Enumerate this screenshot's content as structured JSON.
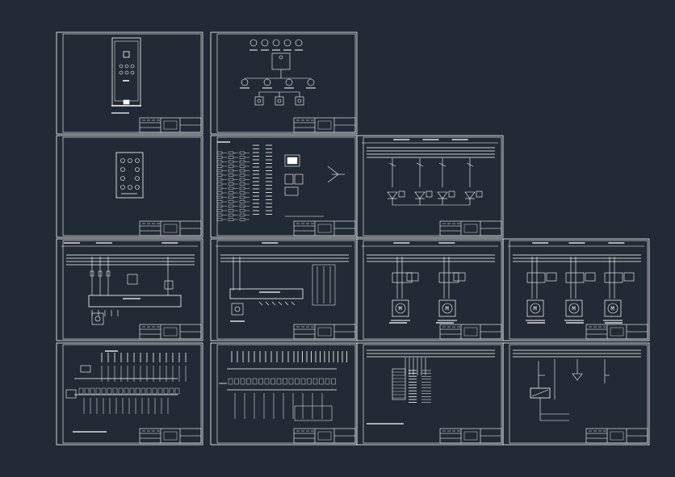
{
  "app": {
    "background_color": "#222a35",
    "line_color": "#ffffff"
  },
  "sheets": [
    {
      "row": 0,
      "col": 0,
      "kind": "cabinet-elevation"
    },
    {
      "row": 0,
      "col": 1,
      "kind": "device-layout"
    },
    {
      "row": 1,
      "col": 0,
      "kind": "panel-door"
    },
    {
      "row": 1,
      "col": 1,
      "kind": "wiring-table"
    },
    {
      "row": 1,
      "col": 2,
      "kind": "distribution-4-branch"
    },
    {
      "row": 2,
      "col": 0,
      "kind": "control-plc"
    },
    {
      "row": 2,
      "col": 1,
      "kind": "control-relay"
    },
    {
      "row": 2,
      "col": 2,
      "kind": "motor-2"
    },
    {
      "row": 2,
      "col": 3,
      "kind": "motor-3"
    },
    {
      "row": 3,
      "col": 0,
      "kind": "terminal-io-a"
    },
    {
      "row": 3,
      "col": 1,
      "kind": "terminal-io-b"
    },
    {
      "row": 3,
      "col": 2,
      "kind": "terminal-block"
    },
    {
      "row": 3,
      "col": 3,
      "kind": "sensor-loop"
    }
  ]
}
